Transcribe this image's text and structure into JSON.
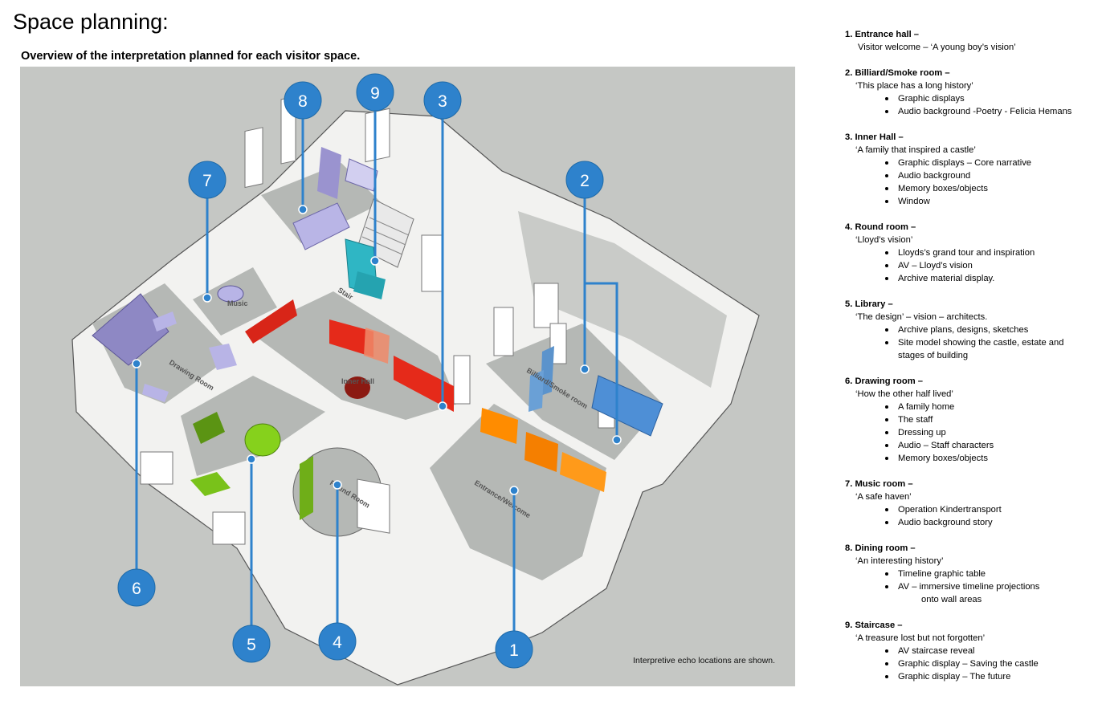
{
  "page": {
    "title": "Space planning:",
    "subtitle": "Overview of the interpretation planned for each visitor space."
  },
  "plan": {
    "caption": "Interpretive echo locations are shown.",
    "room_labels": {
      "drawing_room": "Drawing Room",
      "entrance": "Entrance/Welcome",
      "round_room": "Round Room",
      "inner_hall": "Inner Hall",
      "billiard": "Billiard/Smoke room",
      "stair": "Stair",
      "music": "Music"
    },
    "markers": [
      {
        "id": "1",
        "label": "1"
      },
      {
        "id": "2",
        "label": "2"
      },
      {
        "id": "3",
        "label": "3"
      },
      {
        "id": "4",
        "label": "4"
      },
      {
        "id": "5",
        "label": "5"
      },
      {
        "id": "6",
        "label": "6"
      },
      {
        "id": "7",
        "label": "7"
      },
      {
        "id": "8",
        "label": "8"
      },
      {
        "id": "9",
        "label": "9"
      }
    ],
    "colors": {
      "marker": "#2e82cc",
      "entrance_orange": "#ff8c00",
      "billiard_blue": "#4e8fd6",
      "inner_hall_red": "#e52a1a",
      "library_green": "#79c21a",
      "drawing_purple": "#9a93cf",
      "staircase_cyan": "#2fb6c4",
      "background": "#c5c7c4"
    }
  },
  "legend": [
    {
      "heading": "1. Entrance hall –",
      "tagline": "Visitor welcome – ‘A young boy’s vision’",
      "bullets": []
    },
    {
      "heading": "2. Billiard/Smoke room –",
      "tagline": "‘This place has a long history’",
      "bullets": [
        "Graphic displays",
        "Audio background -Poetry - Felicia Hemans"
      ]
    },
    {
      "heading": "3. Inner Hall –",
      "tagline": "‘A family that inspired a castle’",
      "bullets": [
        "Graphic displays – Core narrative",
        "Audio background",
        "Memory boxes/objects",
        "Window"
      ]
    },
    {
      "heading": "4. Round room –",
      "tagline": "‘Lloyd’s vision’",
      "bullets": [
        "Lloyds’s grand tour and inspiration",
        "AV – Lloyd’s vision",
        "Archive material display."
      ]
    },
    {
      "heading": "5. Library –",
      "tagline": "‘The design’ – vision – architects.",
      "bullets": [
        "Archive plans, designs, sketches",
        "Site model showing the castle, estate and",
        "stages of building"
      ]
    },
    {
      "heading": "6. Drawing room –",
      "tagline": "‘How the other half lived’",
      "bullets": [
        "A family home",
        "The staff",
        "Dressing up",
        "Audio – Staff characters",
        "Memory boxes/objects"
      ]
    },
    {
      "heading": "7. Music room –",
      "tagline": "‘A safe haven’",
      "bullets": [
        "Operation Kindertransport",
        "Audio background story"
      ]
    },
    {
      "heading": "8. Dining room –",
      "tagline": "‘An interesting history’",
      "bullets": [
        "Timeline graphic table",
        "AV – immersive timeline projections",
        "onto wall areas"
      ]
    },
    {
      "heading": "9. Staircase –",
      "tagline": "‘A treasure lost but not forgotten’",
      "bullets": [
        "AV staircase reveal",
        "Graphic display – Saving the castle",
        "Graphic display – The future"
      ]
    }
  ]
}
